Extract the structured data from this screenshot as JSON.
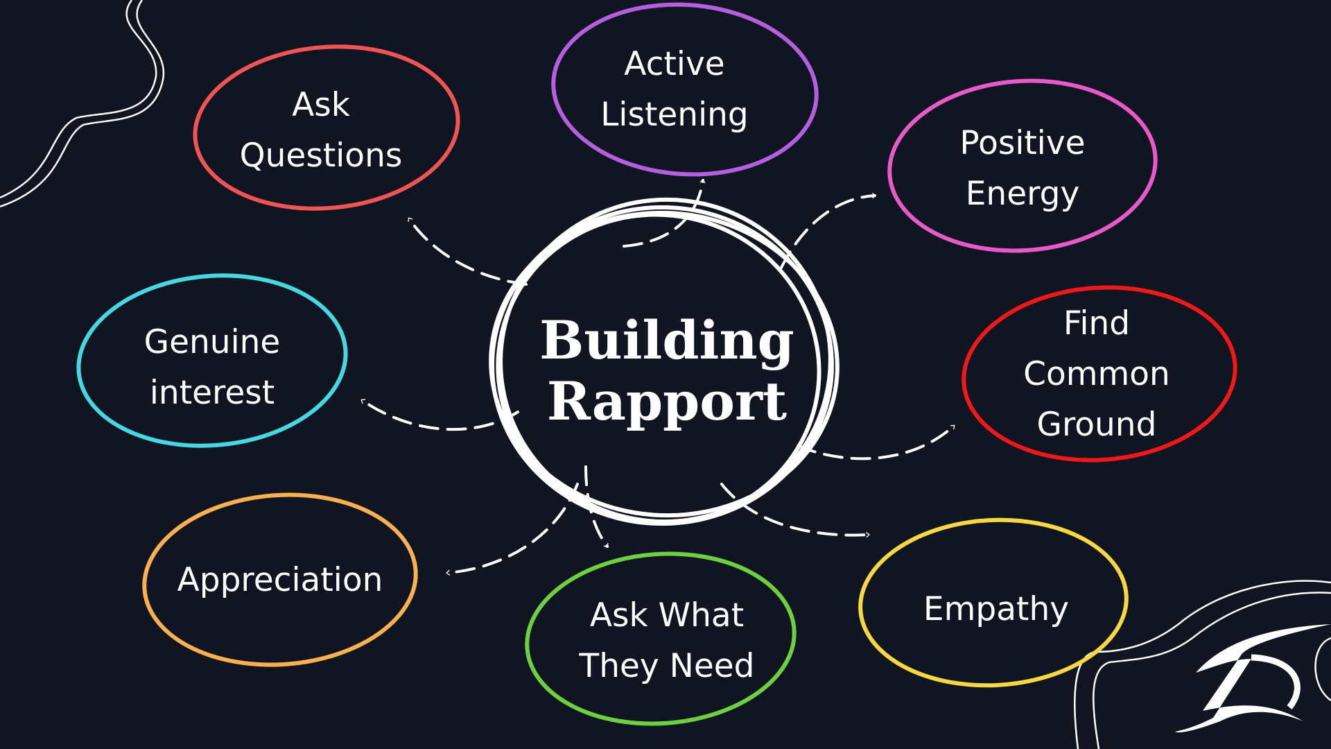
{
  "title": {
    "line1": "Building",
    "line2": "Rapport"
  },
  "colors": {
    "background": "#111521",
    "ask_questions": "#f05454",
    "active_listening": "#b45ee0",
    "positive_energy": "#e85ac8",
    "find_common_ground": "#f01818",
    "genuine_interest": "#44d8e0",
    "appreciation": "#f8b050",
    "ask_what_they_need": "#6cd040",
    "empathy": "#f8d840"
  },
  "nodes": {
    "ask_questions": [
      "Ask",
      "Questions"
    ],
    "active_listening": [
      "Active",
      "Listening"
    ],
    "positive_energy": [
      "Positive",
      "Energy"
    ],
    "find_common_ground": [
      "Find",
      "Common",
      "Ground"
    ],
    "genuine_interest": [
      "Genuine",
      "interest"
    ],
    "appreciation": [
      "Appreciation"
    ],
    "ask_what_they_need": [
      "Ask What",
      "They Need"
    ],
    "empathy": [
      "Empathy"
    ]
  }
}
